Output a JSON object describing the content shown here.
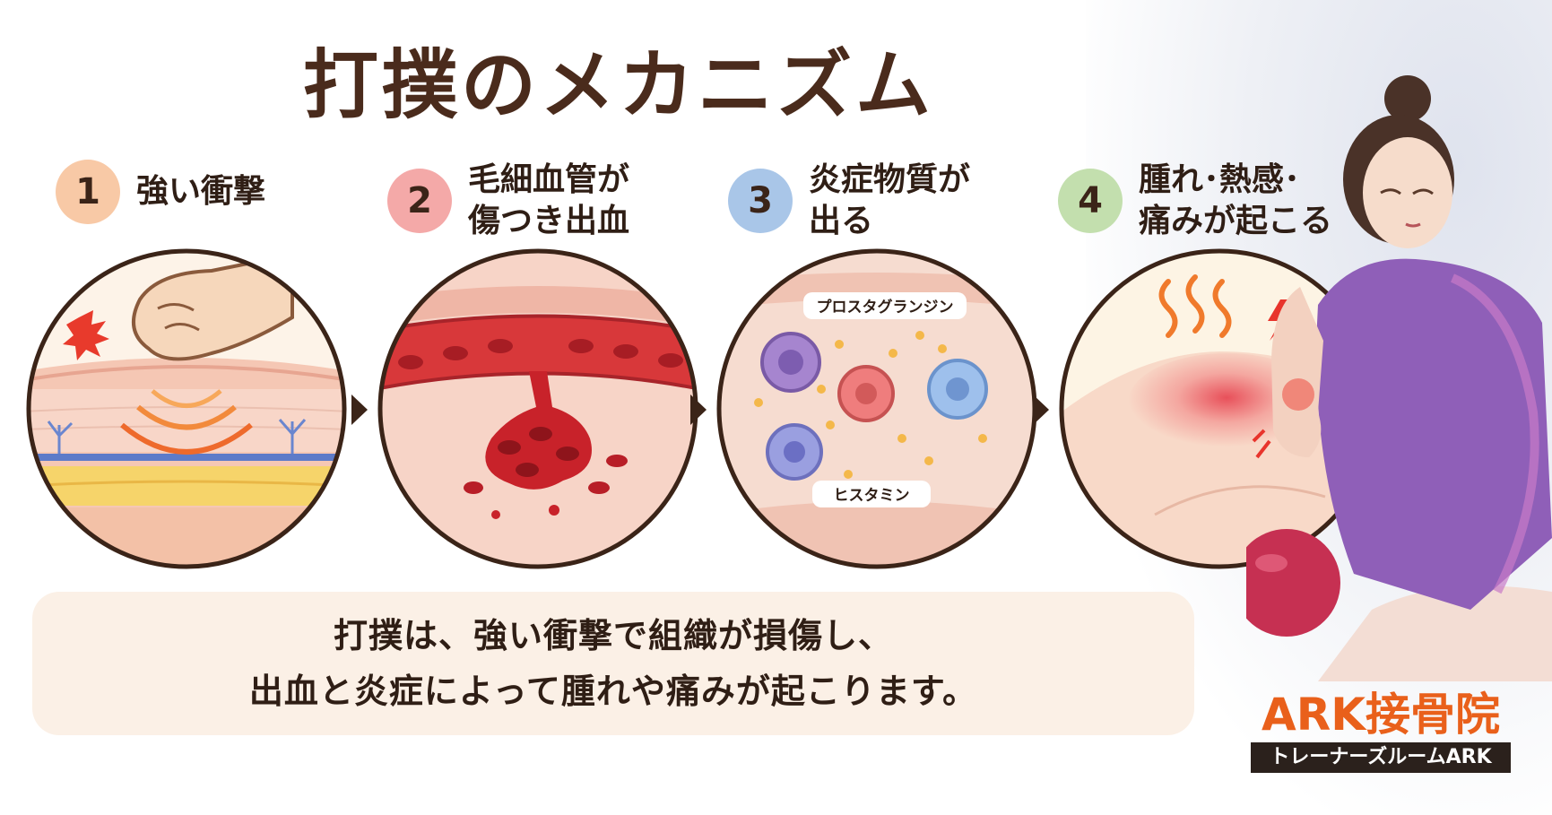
{
  "title": "打撲のメカニズム",
  "steps": [
    {
      "number": "1",
      "label": "強い衝撃",
      "color": "#f8c9a6"
    },
    {
      "number": "2",
      "label": "毛細血管が\n傷つき出血",
      "color": "#f4a9a8"
    },
    {
      "number": "3",
      "label": "炎症物質が\n出る",
      "color": "#a9c6e8"
    },
    {
      "number": "4",
      "label": "腫れ･熱感･\n痛みが起こる",
      "color": "#c3dfae"
    }
  ],
  "labels": {
    "prostaglandin": "プロスタグランジン",
    "histamine": "ヒスタミン"
  },
  "summary": {
    "line1": "打撲は、強い衝撃で組織が損傷し、",
    "line2": "出血と炎症によって腫れや痛みが起こります。"
  },
  "brand": {
    "name": "ARK接骨院",
    "sub": "トレーナーズルームARK"
  }
}
